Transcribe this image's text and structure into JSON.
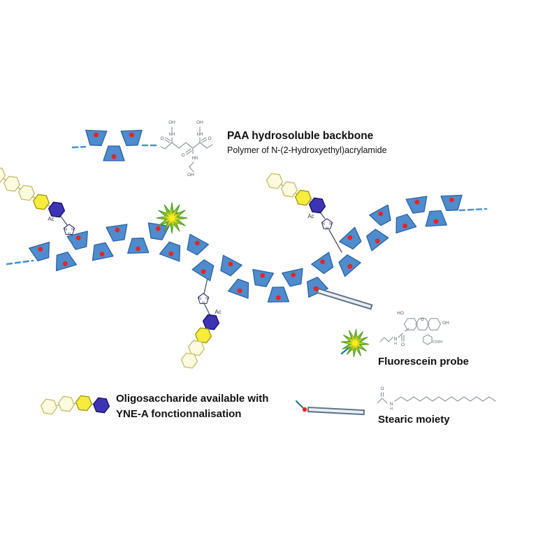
{
  "labels": {
    "paa_title": "PAA hydrosoluble backbone",
    "paa_subtitle": "Polymer of N-(2-Hydroxyethyl)acrylamide",
    "fluorescein_label": "Fluorescein probe",
    "oligo_label_line1": "Oligosaccharide available with",
    "oligo_label_line2": "YNE-A fonctionnalisation",
    "stearic_label": "Stearic moiety",
    "ac": "Ac"
  },
  "chem": {
    "OH": "OH",
    "HO": "HO",
    "O": "O",
    "NH": "NH",
    "HN": "HN",
    "N": "N",
    "H": "H",
    "CO2H": "CO2H"
  },
  "colors": {
    "backbone_fill": "#4e8ccd",
    "backbone_stroke": "#2b62a6",
    "dot_red": "#e8251f",
    "dash_blue": "#4d8fd0",
    "hex_pale_fill": "#fdfbdf",
    "hex_pale_stroke": "#c6bf72",
    "hex_yellow_fill": "#f5ec3d",
    "hex_yellow_stroke": "#a39a12",
    "hex_navy_fill": "#3d33b4",
    "hex_navy_stroke": "#1a1464",
    "star_green": "#79c33d",
    "star_green_stroke": "#51961c",
    "star_yellow": "#f7ee21",
    "star_yellow_stroke": "#cfc414",
    "rod_fill": "#e9eef1",
    "rod_stroke": "#5e7485",
    "linker_teal": "#1f7a8c",
    "linker_dark": "#4a5560",
    "chem_gray": "#8f99a1",
    "chem_text": "#555b61"
  }
}
